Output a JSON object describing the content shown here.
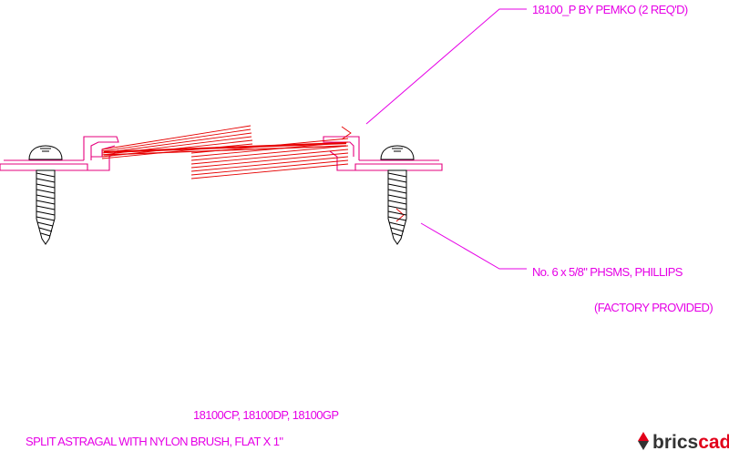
{
  "callouts": {
    "part": "18100_P BY PEMKO (2 REQ'D)",
    "screw": "No. 6 x 5/8\" PHSMS, PHILLIPS",
    "factory": "(FACTORY PROVIDED)"
  },
  "titles": {
    "models": "18100CP, 18100DP, 18100GP",
    "description": "SPLIT ASTRAGAL WITH NYLON BRUSH, FLAT X 1\""
  },
  "logo": {
    "brand_part1": "brics",
    "brand_part2": "cad"
  },
  "colors": {
    "outline": "#e6007e",
    "brush": "#e60000",
    "leader": "#e600e6",
    "screw": "#000000",
    "logo_dark": "#333333",
    "logo_accent": "#e2001a"
  }
}
